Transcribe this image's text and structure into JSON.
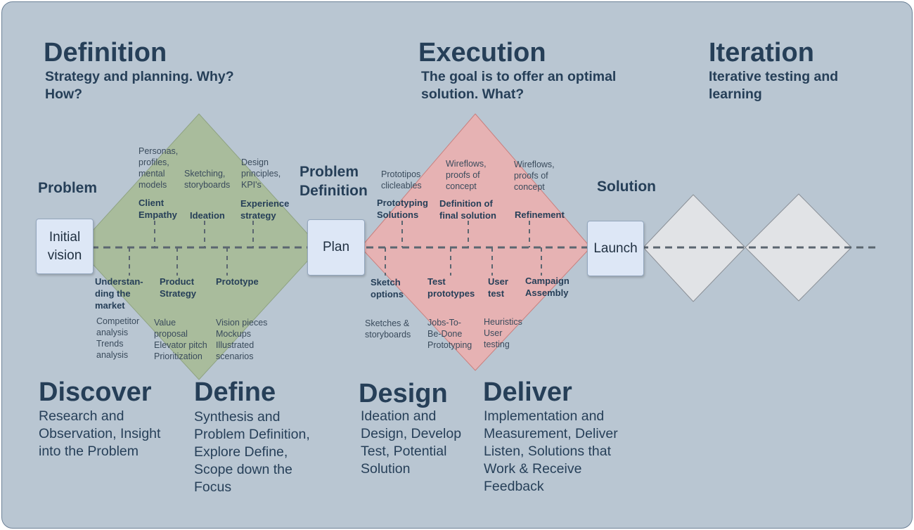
{
  "colors": {
    "background": "#b9c6d2",
    "green": "#a9bc9c",
    "red": "#e6b2b3",
    "gray": "#e1e3e6",
    "text": "#263f58"
  },
  "sections": {
    "definition": {
      "title": "Definition",
      "subtitle": "Strategy and planning. Why?\nHow?"
    },
    "execution": {
      "title": "Execution",
      "subtitle": "The goal is to offer an optimal\nsolution. What?"
    },
    "iteration": {
      "title": "Iteration",
      "subtitle": "Iterative testing and\nlearning"
    }
  },
  "stages": {
    "problem": "Problem",
    "problem_definition": "Problem\nDefinition",
    "solution": "Solution"
  },
  "nodes": {
    "initial_vision": "Initial\nvision",
    "plan": "Plan",
    "launch": "Launch"
  },
  "discover_diamond": {
    "top": [
      {
        "label": "Client\nEmpathy",
        "detail": "Personas,\nprofiles,\nmental\nmodels"
      },
      {
        "label": "Ideation",
        "detail": "Sketching,\nstoryboards"
      },
      {
        "label": "Experience\nstrategy",
        "detail": "Design\nprinciples,\nKPI's"
      }
    ],
    "bottom": [
      {
        "label": "Understan-\nding the\nmarket",
        "detail": "Competitor\nanalysis\nTrends\nanalysis"
      },
      {
        "label": "Product\nStrategy",
        "detail": "Value\nproposal\nElevator pitch\nPrioritization"
      },
      {
        "label": "Prototype",
        "detail": "Vision pieces\nMockups\nIllustrated\nscenarios"
      }
    ]
  },
  "design_diamond": {
    "top": [
      {
        "label": "Prototyping\nSolutions",
        "detail": "Prototipos\nclicleables"
      },
      {
        "label": "Definition of\nfinal solution",
        "detail": "Wireflows,\nproofs of\nconcept"
      },
      {
        "label": "Refinement",
        "detail": "Wireflows,\nproofs of\nconcept"
      }
    ],
    "bottom": [
      {
        "label": "Sketch\noptions",
        "detail": "Sketches &\nstoryboards"
      },
      {
        "label": "Test\nprototypes",
        "detail": "Jobs-To-\nBe-Done\nPrototyping"
      },
      {
        "label": "User\ntest",
        "detail": "Heuristics\nUser\ntesting"
      },
      {
        "label": "Campaign\nAssembly",
        "detail": ""
      }
    ]
  },
  "phases": [
    {
      "title": "Discover",
      "body": "Research and\nObservation, Insight\ninto the Problem"
    },
    {
      "title": "Define",
      "body": "Synthesis and\nProblem Definition,\nExplore Define,\nScope down the\nFocus"
    },
    {
      "title": "Design",
      "body": "Ideation and\nDesign, Develop\nTest, Potential\nSolution"
    },
    {
      "title": "Deliver",
      "body": "Implementation and\nMeasurement, Deliver\nListen, Solutions that\nWork & Receive\nFeedback"
    }
  ]
}
